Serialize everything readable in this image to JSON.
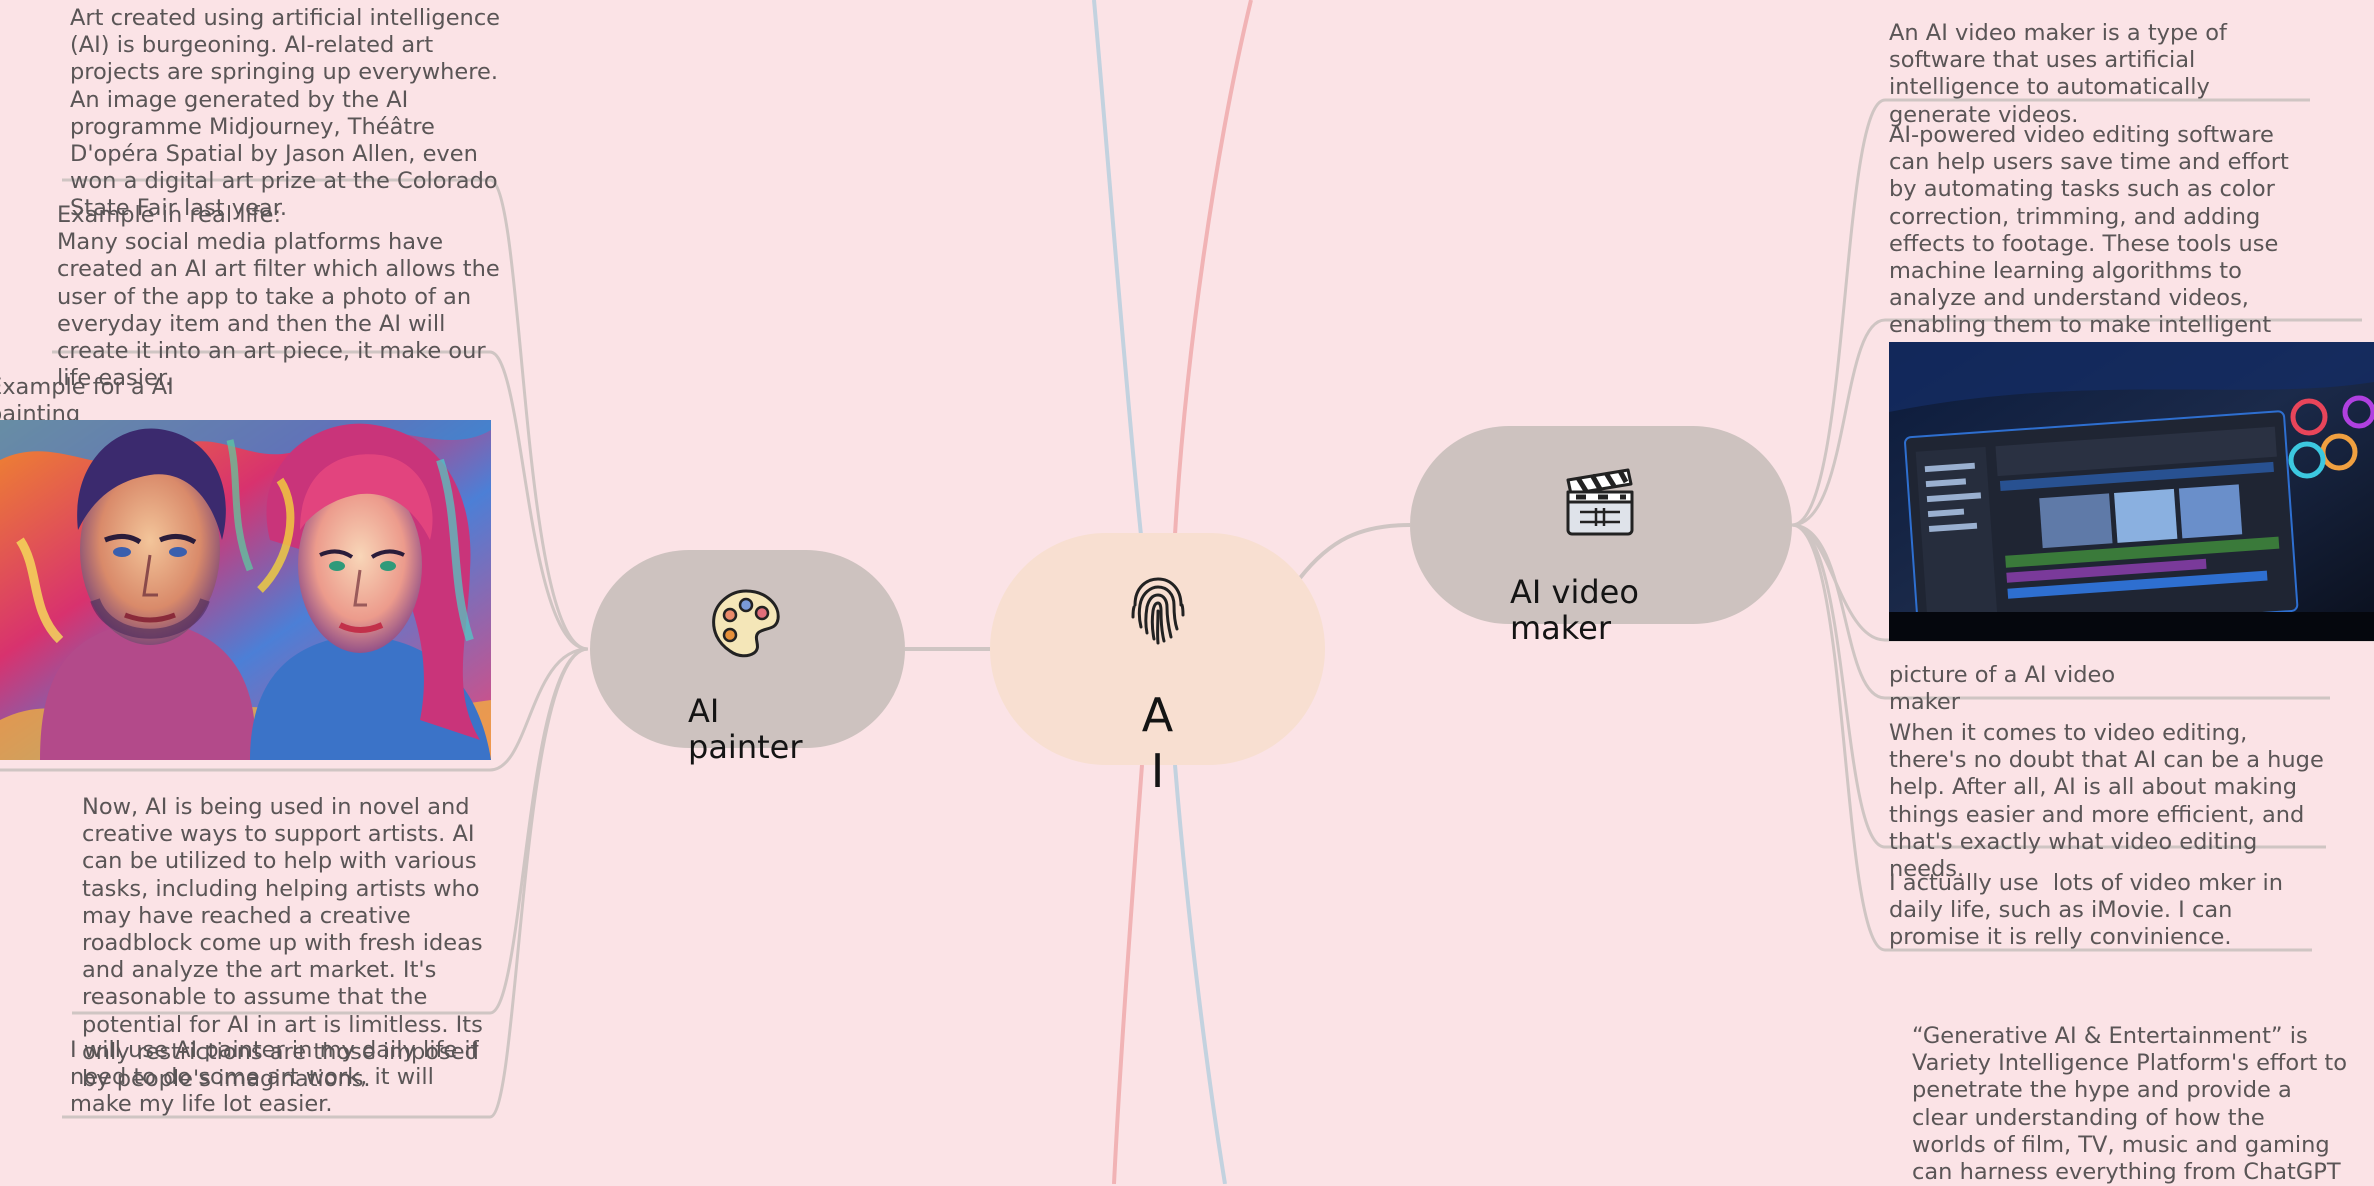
{
  "colors": {
    "background": "#fbe3e6",
    "branch_node": "#cdc2bf",
    "center_node": "#f8dfd1",
    "connector": "#cfc5c3",
    "curve_blue": "#c3d2df",
    "curve_pink": "#f1b3b5"
  },
  "center": {
    "title": "A\nI",
    "icon": "fingerprint-icon"
  },
  "left_branch": {
    "title": "AI\npainter",
    "icon": "palette-icon",
    "notes": [
      "Art created using artificial intelligence\n(AI) is burgeoning. AI-related art\nprojects are springing up everywhere.\nAn image generated by the AI\nprogramme Midjourney, Théâtre\nD'opéra Spatial by Jason Allen, even\nwon a digital art prize at the Colorado\nState Fair last year.",
      "Example in real life:\nMany social media platforms have\ncreated an AI art filter which allows the\nuser of the app to take a photo of an\neveryday item and then the AI will\ncreate it into an art piece, it make our\nlife easier.",
      "Example for a AI\npainting",
      "Now, AI is being used in novel and\ncreative ways to support artists. AI\ncan be utilized to help with various\ntasks, including helping artists who\nmay have reached a creative\nroadblock come up with fresh ideas\nand analyze the art market. It's\nreasonable to assume that the\npotential for AI in art is limitless. Its\nonly restrictions are those imposed\nby people's imaginations.",
      "I will use AI painter in my daily life if\nneed to do some art work, it will\nmake my life lot easier."
    ],
    "image": "colorful-ai-portrait-painting"
  },
  "right_branch": {
    "title": "AI video\nmaker",
    "icon": "clapperboard-icon",
    "notes": [
      "An AI video maker is a type of\nsoftware that uses artificial\nintelligence to automatically\ngenerate videos.",
      "AI-powered video editing software\ncan help users save time and effort\nby automating tasks such as color\ncorrection, trimming, and adding\neffects to footage. These tools use\nmachine learning algorithms to\nanalyze and understand videos,\nenabling them to make intelligent",
      "picture of a AI video\nmaker",
      "When it comes to video editing,\nthere's no doubt that AI can be a huge\nhelp. After all, AI is all about making\nthings easier and more efficient, and\nthat's exactly what video editing\nneeds.",
      "I actually use  lots of video mker in\ndaily life, such as iMovie. I can\npromise it is relly convinience.",
      "“Generative AI & Entertainment” is\nVariety Intelligence Platform's effort to\npenetrate the hype and provide a\nclear understanding of how the\nworlds of film, TV, music and gaming\ncan harness everything from ChatGPT"
    ],
    "image": "video-editing-software-screenshot"
  }
}
